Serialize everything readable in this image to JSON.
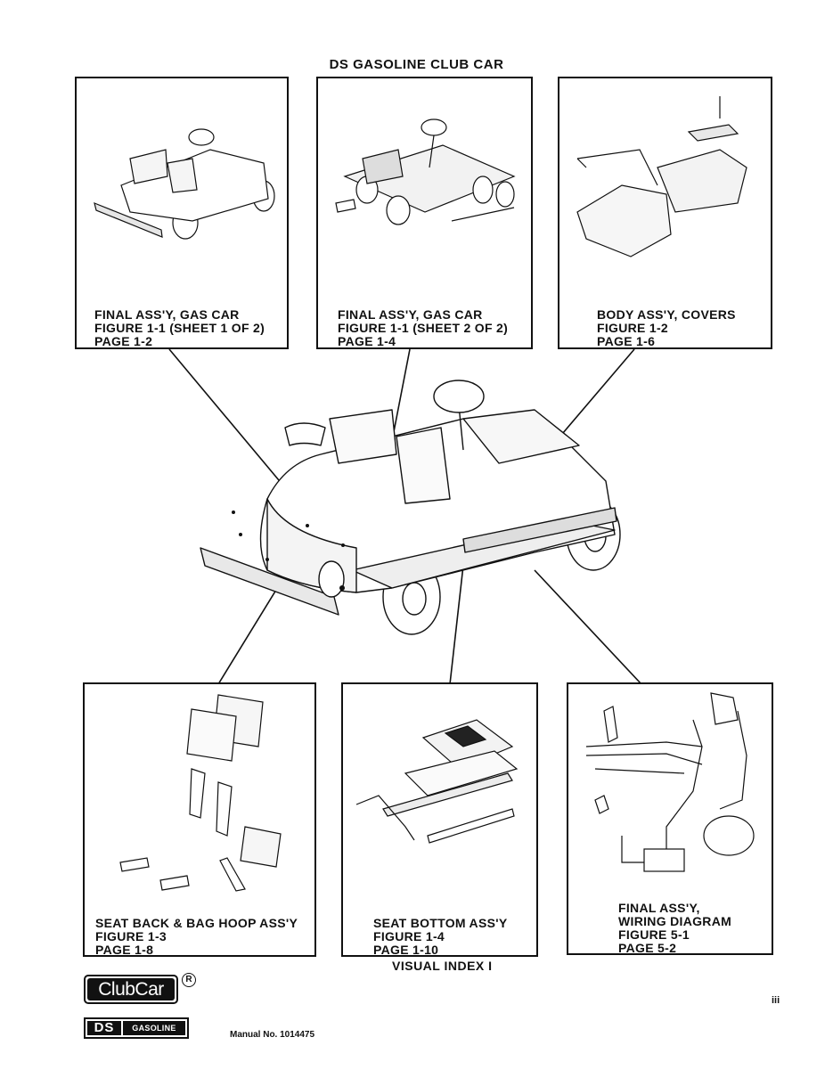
{
  "page": {
    "title": "DS GASOLINE CLUB CAR",
    "caption": "VISUAL INDEX I",
    "page_number": "iii",
    "manual_number": "Manual No. 1014475"
  },
  "panels": [
    {
      "lines": [
        "FINAL ASS'Y, GAS CAR",
        "FIGURE 1-1 (SHEET 1 OF 2)",
        "PAGE 1-2"
      ]
    },
    {
      "lines": [
        "FINAL ASS'Y, GAS CAR",
        "FIGURE 1-1 (SHEET 2 OF 2)",
        "PAGE 1-4"
      ]
    },
    {
      "lines": [
        "BODY ASS'Y, COVERS",
        "FIGURE 1-2",
        "PAGE 1-6"
      ]
    },
    {
      "lines": [
        "SEAT BACK & BAG HOOP ASS'Y",
        "FIGURE 1-3",
        "PAGE 1-8"
      ]
    },
    {
      "lines": [
        "SEAT BOTTOM ASS'Y",
        "FIGURE 1-4",
        "PAGE 1-10"
      ]
    },
    {
      "lines": [
        "FINAL ASS'Y,",
        "WIRING DIAGRAM",
        "FIGURE 5-1",
        "PAGE 5-2"
      ]
    }
  ],
  "branding": {
    "logo": "ClubCar",
    "registered": "R",
    "badge_mark": "DS",
    "badge_text": "GASOLINE"
  }
}
